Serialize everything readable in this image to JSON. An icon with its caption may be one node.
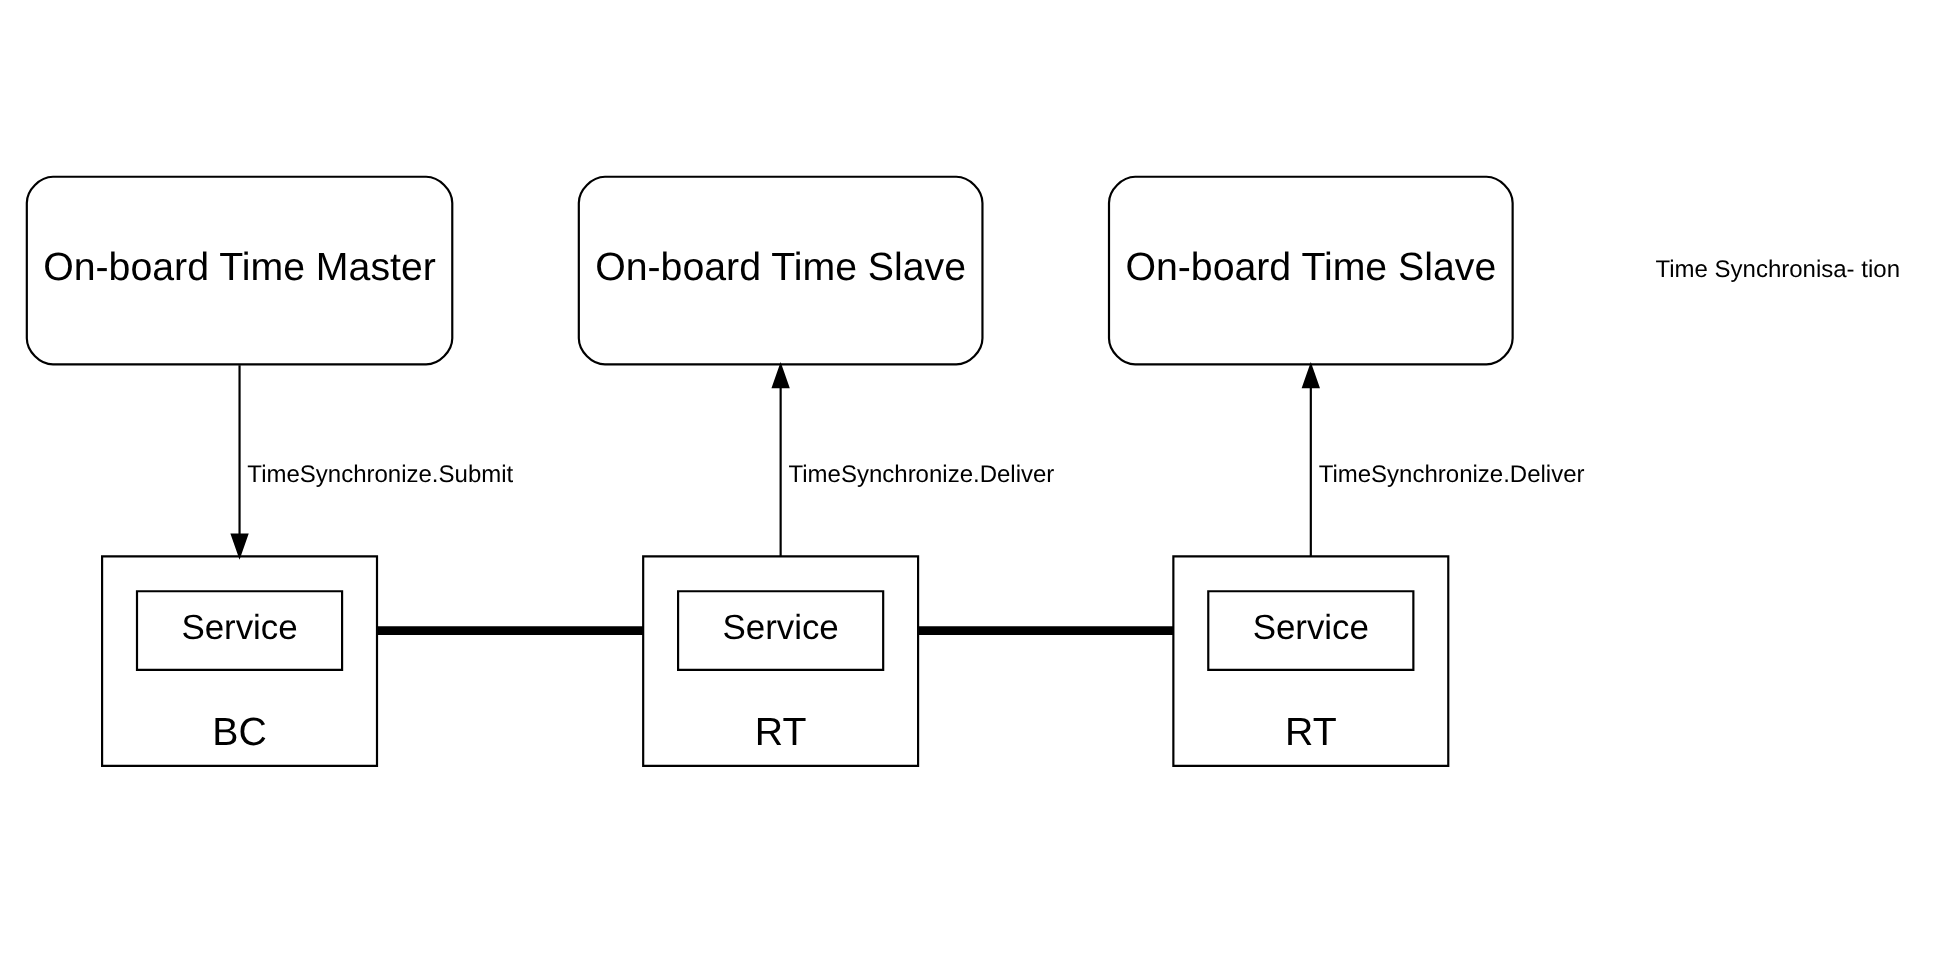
{
  "diagram": {
    "nodes": [
      {
        "text": [
          "On-board Time Master"
        ]
      },
      {
        "text": [
          "On-board Time Slave"
        ]
      },
      {
        "text": [
          "On-board Time Slave"
        ]
      },
      {
        "text": [
          "BC"
        ]
      },
      {
        "text": [
          "Service"
        ],
        "in": 3
      },
      {
        "text": [
          "RT"
        ]
      },
      {
        "text": [
          "Service"
        ],
        "in": 5
      },
      {
        "text": [
          "RT"
        ]
      },
      {
        "text": [
          "Service"
        ],
        "in": 7
      }
    ],
    "edges": [
      {
        "from": 0,
        "to": 3,
        "arrow": "to",
        "label": "TimeSynchronize.Submit"
      },
      {
        "from": 5,
        "to": 1,
        "arrow": "to",
        "label": "TimeSynchronize.Deliver"
      },
      {
        "from": 7,
        "to": 2,
        "arrow": "to",
        "label": "TimeSynchronize.Deliver"
      },
      {
        "from": 3,
        "to": 5,
        "arrow": "none",
        "style": "thick"
      },
      {
        "from": 5,
        "to": 7,
        "arrow": "none",
        "style": "thick"
      }
    ],
    "labels": [
      "Time Synchronisa- tion"
    ]
  }
}
